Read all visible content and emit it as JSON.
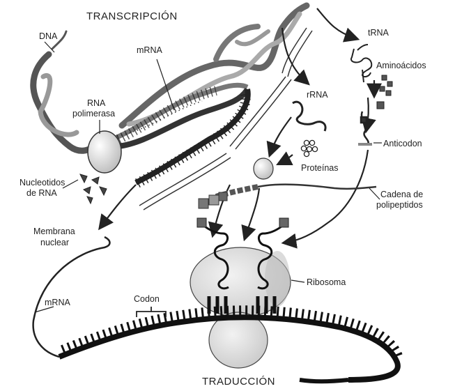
{
  "titles": {
    "top": "TRANSCRIPCIÓN",
    "bottom": "TRADUCCIÓN"
  },
  "labels": {
    "dna": "DNA",
    "mrna_top": "mRNA",
    "rna_polymerase_1": "RNA",
    "rna_polymerase_2": "polimerasa",
    "nucleotides_1": "Nucleotidos",
    "nucleotides_2": "de RNA",
    "nuclear_membrane_1": "Membrana",
    "nuclear_membrane_2": "nuclear",
    "mrna_bottom": "mRNA",
    "codon": "Codon",
    "rrna": "rRNA",
    "proteins": "Proteínas",
    "trna": "tRNA",
    "amino_acids": "Aminoácidos",
    "anticodon": "Anticodon",
    "polypeptide_1": "Cadena de",
    "polypeptide_2": "polipeptidos",
    "ribosome": "Ribosoma"
  },
  "colors": {
    "ink": "#222222",
    "strand_gray": "#8a8a8a",
    "ribosome_fill": "#e2e2e2"
  }
}
